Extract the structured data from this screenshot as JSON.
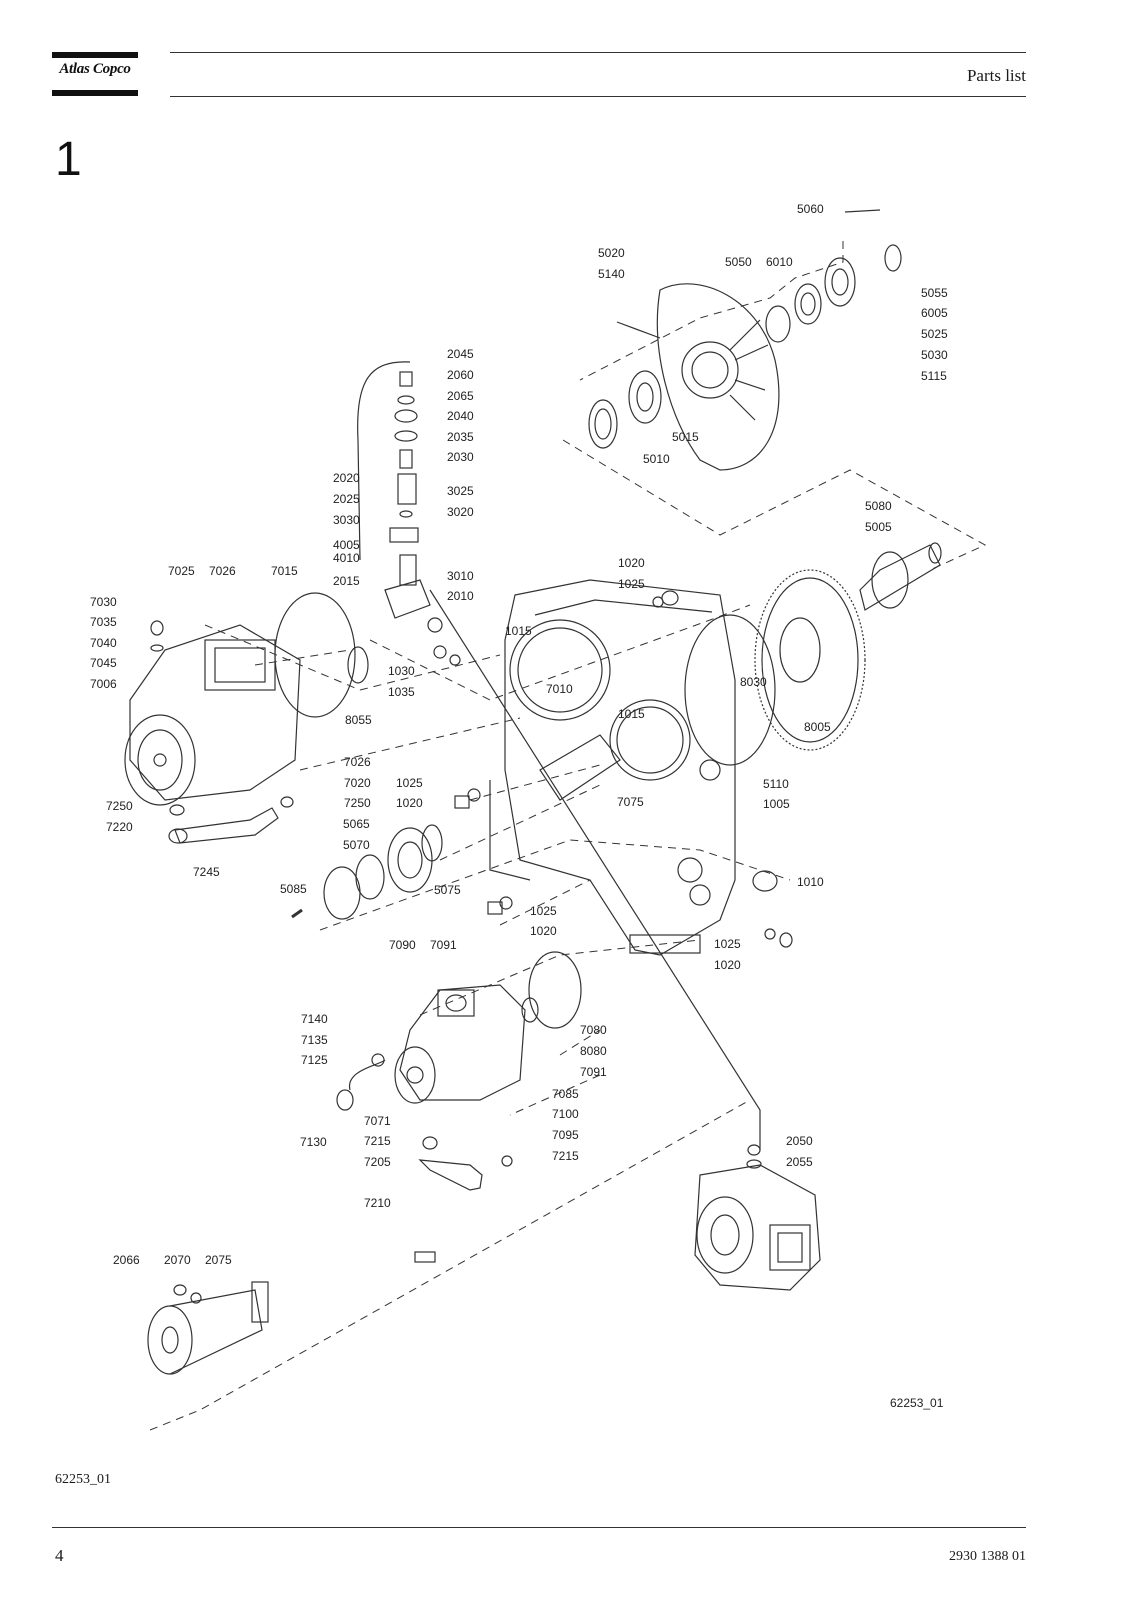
{
  "header": {
    "brand": "Atlas Copco",
    "section_title": "Parts list"
  },
  "chapter_number": "1",
  "diagram": {
    "drawing_code": "62253_01",
    "callouts": [
      "5060",
      "5020",
      "5140",
      "5050",
      "6010",
      "5055",
      "6005",
      "5025",
      "5030",
      "5115",
      "5015",
      "5010",
      "2045",
      "2060",
      "2065",
      "2040",
      "2035",
      "2030",
      "2020",
      "2025",
      "3025",
      "3020",
      "3030",
      "4005",
      "4010",
      "3010",
      "2015",
      "2010",
      "1020",
      "1025",
      "5080",
      "5005",
      "7025",
      "7026",
      "7015",
      "7030",
      "7035",
      "7040",
      "7045",
      "7006",
      "1015",
      "1030",
      "1035",
      "7010",
      "8030",
      "8005",
      "8055",
      "7026",
      "7020",
      "7250",
      "7250",
      "7220",
      "7245",
      "1025",
      "1020",
      "1015",
      "7075",
      "5110",
      "1005",
      "5065",
      "5070",
      "5075",
      "5085",
      "1010",
      "1025",
      "1020",
      "1025",
      "1020",
      "7090",
      "7091",
      "7080",
      "8080",
      "7140",
      "7135",
      "7125",
      "7091",
      "7085",
      "7130",
      "7071",
      "7100",
      "7095",
      "7215",
      "7205",
      "7215",
      "2050",
      "2055",
      "7210",
      "2066",
      "2070",
      "2075"
    ]
  },
  "footer": {
    "figure_caption": "62253_01",
    "page_number": "4",
    "doc_number": "2930 1388 01"
  }
}
